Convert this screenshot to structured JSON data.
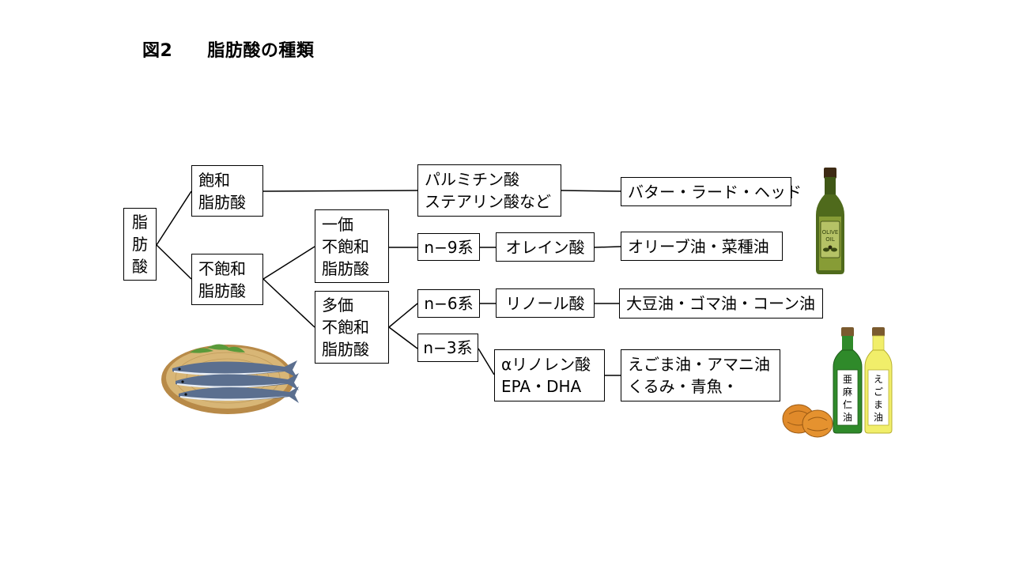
{
  "title": {
    "figure_no": "図2",
    "text": "脂肪酸の種類"
  },
  "nodes": {
    "root": [
      "脂",
      "肪",
      "酸"
    ],
    "saturated": [
      "飽和",
      "脂肪酸"
    ],
    "unsaturated": [
      "不飽和",
      "脂肪酸"
    ],
    "mono": [
      "一価",
      "不飽和",
      "脂肪酸"
    ],
    "poly": [
      "多価",
      "不飽和",
      "脂肪酸"
    ],
    "sat_acids": [
      "パルミチン酸",
      "ステアリン酸など"
    ],
    "sat_foods": "バター・ラード・ヘッド",
    "n9": "n−9系",
    "oleic": "オレイン酸",
    "n9_foods": "オリーブ油・菜種油",
    "n6": "n−6系",
    "linoleic": "リノール酸",
    "n6_foods": "大豆油・ゴマ油・コーン油",
    "n3": "n−3系",
    "n3_acids": [
      "αリノレン酸",
      "EPA・DHA"
    ],
    "n3_foods": [
      "えごま油・アマニ油",
      "くるみ・青魚・"
    ]
  },
  "illustrations": {
    "olive_bottle_label": [
      "OLIVE",
      "OIL"
    ],
    "linseed_bottle_label": [
      "亜",
      "麻",
      "仁",
      "油"
    ],
    "egoma_bottle_label": [
      "え",
      "ご",
      "ま",
      "油"
    ]
  },
  "colors": {
    "line": "#000000",
    "olive_glass": "#4f6a1c",
    "olive_oil": "#8da23a",
    "bottle_green": "#2f8a2a",
    "egoma_yellow": "#f1ee6a",
    "cap_brown": "#7a5a2e",
    "walnut": "#e08a2a",
    "basket": "#caa463",
    "fish_back": "#5b6f8f",
    "fish_belly": "#e9eef5"
  }
}
